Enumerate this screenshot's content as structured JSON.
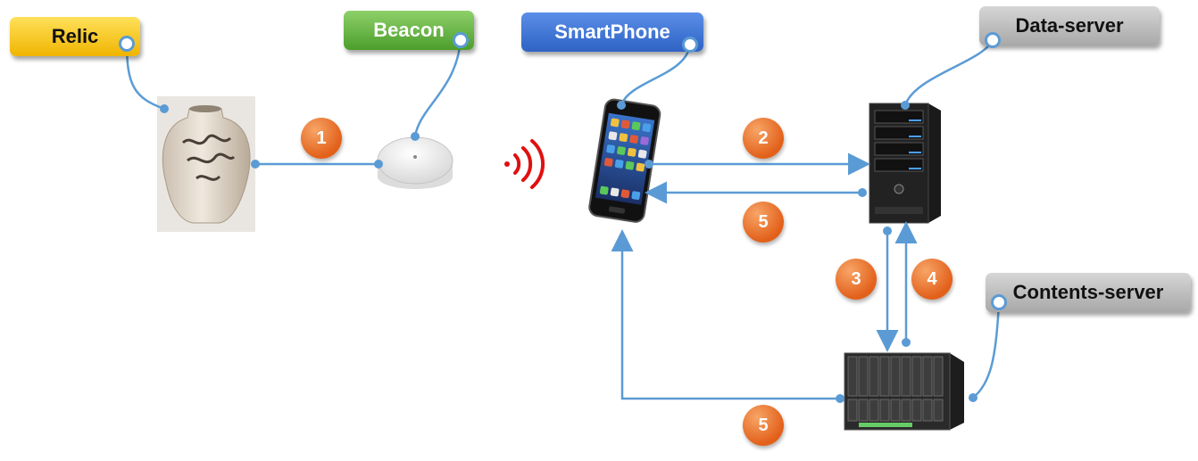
{
  "labels": {
    "relic": "Relic",
    "beacon": "Beacon",
    "smartphone": "SmartPhone",
    "data_server": "Data-server",
    "contents_server": "Contents-server"
  },
  "steps": {
    "s1": "1",
    "s2": "2",
    "s3": "3",
    "s4": "4",
    "s5a": "5",
    "s5b": "5"
  },
  "colors": {
    "connector": "#5b9bd5",
    "step_badge": "#e2601a",
    "signal": "#e01010"
  },
  "icons": {
    "relic": "ceramic-vase-icon",
    "beacon": "beacon-device-icon",
    "signal": "wireless-signal-icon",
    "smartphone": "smartphone-icon",
    "data_server": "tower-server-icon",
    "contents_server": "blade-server-icon"
  }
}
